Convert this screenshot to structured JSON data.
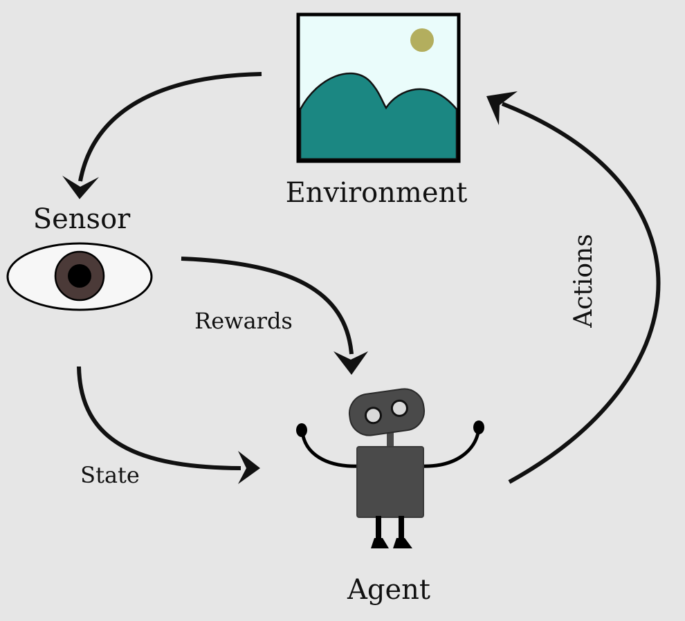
{
  "nodes": {
    "environment": "Environment",
    "sensor": "Sensor",
    "agent": "Agent"
  },
  "edges": {
    "sensing": "",
    "rewards": "Rewards",
    "state": "State",
    "actions": "Actions"
  },
  "colors": {
    "background": "#e6e6e6",
    "sky": "#eafcfb",
    "hills": "#1b8782",
    "sun": "#b3ae5e",
    "iris": "#4b3a38",
    "eye_white": "#f7f7f7",
    "robot_body": "#4a4a4a",
    "arrow": "#111111"
  }
}
